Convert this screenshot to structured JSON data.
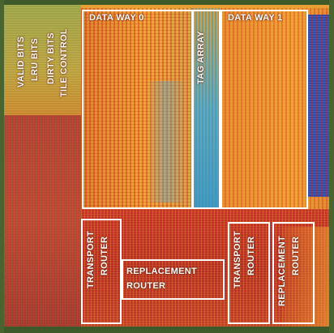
{
  "labels": {
    "valid_bits": "VALID BITS",
    "lru_bits": "LRU BITS",
    "dirty_bits": "DIRTY BITS",
    "tile_control": "TILE CONTROL",
    "data_way_0": "DATA WAY 0",
    "tag_array": "TAG ARRAY",
    "data_way_1": "DATA WAY 1",
    "transport_router_left": [
      "TRANSPORT",
      "ROUTER"
    ],
    "replacement_router_left": [
      "REPLACEMENT",
      "ROUTER"
    ],
    "transport_router_right": [
      "TRANSPORT",
      "ROUTER"
    ],
    "replacement_router_right": [
      "REPLACEMENT",
      "ROUTER"
    ]
  },
  "colors": {
    "outline": "#ffffff",
    "die_orange": "#e8962e",
    "die_red": "#c8302a",
    "die_green": "#6f8f3a",
    "die_cyan": "#3aa8c8",
    "die_blue": "#2a4aa8"
  }
}
